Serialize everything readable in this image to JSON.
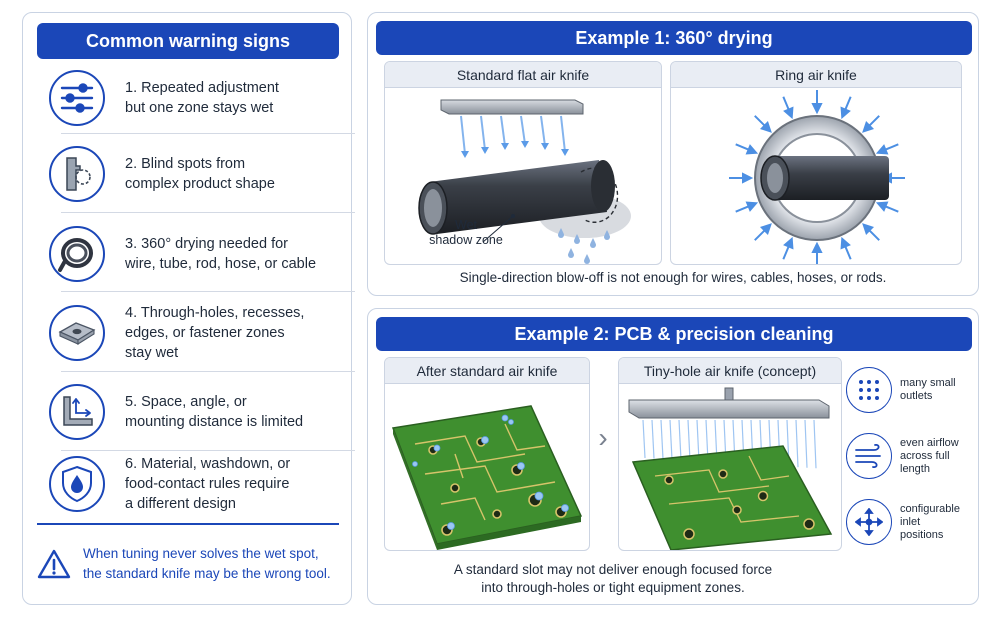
{
  "left_panel": {
    "title": "Common warning signs",
    "items": [
      {
        "icon": "sliders-icon",
        "text": "1. Repeated adjustment\nbut one zone stays wet"
      },
      {
        "icon": "bracket-blind-spot-icon",
        "text": "2. Blind spots from\ncomplex product shape"
      },
      {
        "icon": "coiled-cable-icon",
        "text": "3. 360° drying needed for\nwire, tube, rod, hose, or cable"
      },
      {
        "icon": "plate-with-hole-icon",
        "text": "4. Through-holes, recesses,\nedges, or fastener zones\nstay wet"
      },
      {
        "icon": "angle-bracket-icon",
        "text": "5. Space, angle, or\nmounting distance is limited"
      },
      {
        "icon": "water-shield-icon",
        "text": "6. Material, washdown, or\nfood-contact rules require\na different design"
      }
    ],
    "warning": {
      "icon": "warning-triangle-icon",
      "text": "When tuning never solves the wet spot,\nthe standard knife may be the wrong tool."
    }
  },
  "example1": {
    "title": "Example 1: 360° drying",
    "left_label": "Standard flat air knife",
    "right_label": "Ring air knife",
    "wet_label": "Wet\nshadow zone",
    "caption": "Single-direction blow-off is not enough for wires, cables, hoses, or rods."
  },
  "example2": {
    "title": "Example 2: PCB & precision cleaning",
    "left_label": "After standard air knife",
    "right_label": "Tiny-hole air knife (concept)",
    "caption": "A standard slot may not deliver enough focused force\ninto through-holes or tight equipment zones.",
    "features": [
      {
        "icon": "dot-grid-icon",
        "text": "many small\noutlets"
      },
      {
        "icon": "airflow-icon",
        "text": "even airflow\nacross full\nlength"
      },
      {
        "icon": "four-arrows-icon",
        "text": "configurable\ninlet\npositions"
      }
    ]
  },
  "colors": {
    "brand": "#1b47b8",
    "pcb": "#3f8f2f",
    "air": "#5b9be8"
  }
}
